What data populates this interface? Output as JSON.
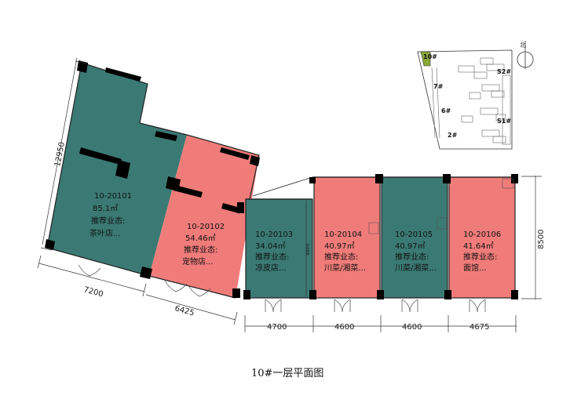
{
  "title": "10#一层平面图",
  "colors": {
    "teal": "#3b7a74",
    "pink": "#f07c7a",
    "wall": "#000000"
  },
  "units": [
    {
      "code": "10-20101",
      "area": "85.1㎡",
      "label": "推荐业态:",
      "use": "茶叶店..."
    },
    {
      "code": "10-20102",
      "area": "54.46㎡",
      "label": "推荐业态:",
      "use": "宠物店..."
    },
    {
      "code": "10-20103",
      "area": "34.04㎡",
      "label": "推荐业态:",
      "use": "凉皮店..."
    },
    {
      "code": "10-20104",
      "area": "40.97㎡",
      "label": "推荐业态:",
      "use": "川菜/湘菜..."
    },
    {
      "code": "10-20105",
      "area": "40.97㎡",
      "label": "推荐业态:",
      "use": "川菜/湘菜..."
    },
    {
      "code": "10-20106",
      "area": "41.64㎡",
      "label": "推荐业态:",
      "use": "面馆..."
    }
  ],
  "dimensions": {
    "left_height": "12950",
    "bottom_7200": "7200",
    "bottom_6425": "6425",
    "bottom_4700": "4700",
    "bottom_4600a": "4600",
    "bottom_4600b": "4600",
    "bottom_4675": "4675",
    "right_height": "8500",
    "inner_height": "4800"
  },
  "keymap": {
    "labels": [
      "10#",
      "S2#",
      "7#",
      "6#",
      "S1#",
      "2#"
    ],
    "north": "北"
  }
}
